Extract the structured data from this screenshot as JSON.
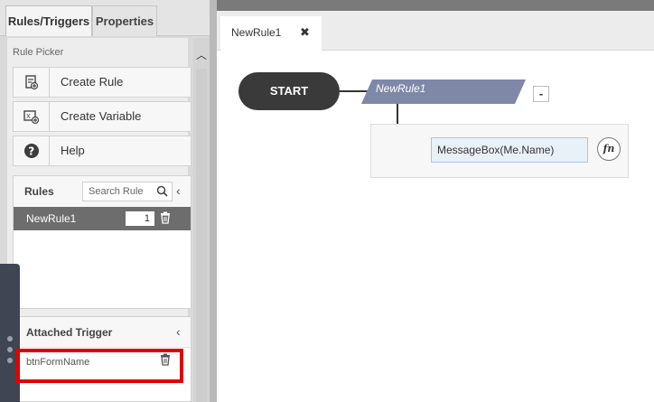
{
  "left_panel": {
    "tabs": [
      {
        "label": "Rules/Triggers",
        "active": true
      },
      {
        "label": "Properties",
        "active": false
      }
    ],
    "section_label": "Rule Picker",
    "menu": [
      {
        "label": "Create Rule",
        "icon": "create-rule-icon"
      },
      {
        "label": "Create Variable",
        "icon": "create-variable-icon"
      },
      {
        "label": "Help",
        "icon": "help-icon"
      }
    ],
    "rules": {
      "title": "Rules",
      "search_placeholder": "Search Rule",
      "items": [
        {
          "name": "NewRule1",
          "count": "1"
        }
      ]
    },
    "trigger": {
      "title": "Attached Trigger",
      "item": "btnFormName"
    }
  },
  "editor": {
    "tab": {
      "label": "NewRule1",
      "close": "✖"
    },
    "start_label": "START",
    "rule_name": "NewRule1",
    "collapse_label": "-",
    "action_text": "MessageBox(Me.Name)",
    "fn_label": "fn"
  },
  "colors": {
    "highlight": "#e00000",
    "rule_banner": "#8088a8",
    "start_node": "#3a3a3a",
    "selected_row": "#6d6d6d"
  }
}
